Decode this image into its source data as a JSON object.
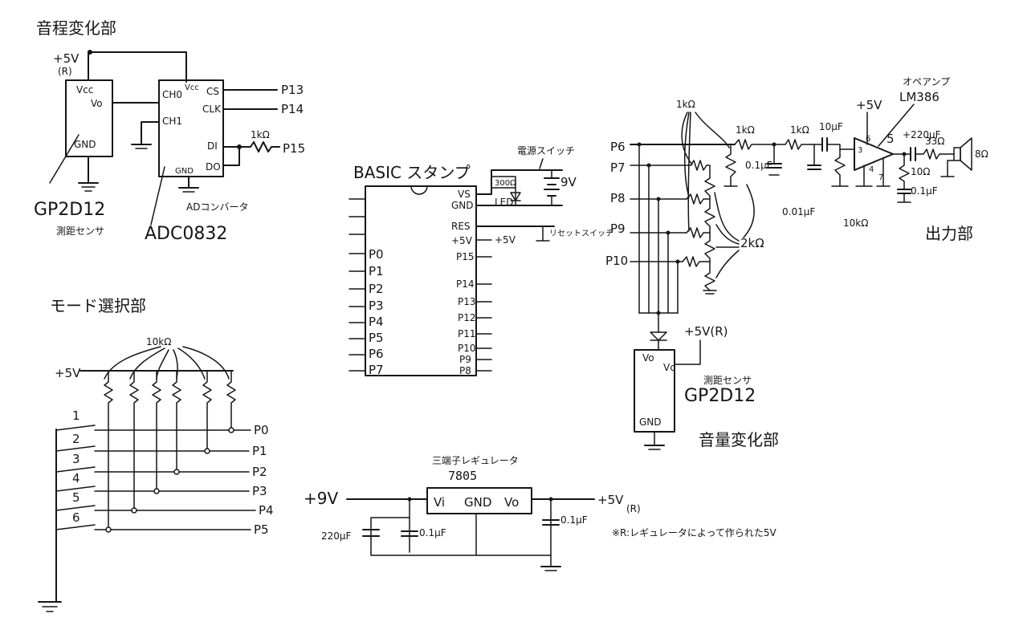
{
  "sections": {
    "pitch": "音程変化部",
    "mode": "モード選択部",
    "output": "出力部",
    "volume": "音量変化部"
  },
  "pitch": {
    "vcc_label": "+5V",
    "r_label": "(R)",
    "sensor_vcc": "Vcc",
    "sensor_vo": "Vo",
    "sensor_gnd": "GND",
    "sensor_part": "GP2D12",
    "sensor_desc": "測距センサ",
    "adc_ch0": "CH0",
    "adc_vcc": "Vcc",
    "adc_ch1": "CH1",
    "adc_gnd": "GND",
    "adc_cs": "CS",
    "adc_clk": "CLK",
    "adc_di": "DI",
    "adc_do": "DO",
    "adc_part": "ADC0832",
    "adc_desc": "ADコンバータ",
    "pin_cs": "P13",
    "pin_clk": "P14",
    "pin_di": "P15",
    "res_value": "1kΩ"
  },
  "stamp": {
    "title": "BASIC スタンプ",
    "vs": "VS",
    "gnd": "GND",
    "res": "RES",
    "plus5v": "+5V",
    "ext_plus5v": "+5V",
    "left_pins": [
      "P0",
      "P1",
      "P2",
      "P3",
      "P4",
      "P5",
      "P6",
      "P7"
    ],
    "right_pins": [
      "P15",
      "P14",
      "P13",
      "P12",
      "P11",
      "P10",
      "P9",
      "P8"
    ],
    "power_switch": "電源スイッチ",
    "battery": "9V",
    "led_res": "300Ω",
    "led": "LED",
    "reset_switch": "リセットスイッチ"
  },
  "mode": {
    "vcc_label": "+5V",
    "res_value": "10kΩ",
    "switch_numbers": [
      "1",
      "2",
      "3",
      "4",
      "5",
      "6"
    ],
    "pins": [
      "P0",
      "P1",
      "P2",
      "P3",
      "P4",
      "P5"
    ]
  },
  "regulator": {
    "title": "三端子レギュレータ",
    "part": "7805",
    "vi": "Vi",
    "gnd": "GND",
    "vo": "Vo",
    "vin": "+9V",
    "vout": "+5V",
    "vout_r": "(R)",
    "cap_in": "220μF",
    "cap_in_small": "0.1μF",
    "cap_out": "0.1μF",
    "note": "※R:レギュレータによって作られた5V"
  },
  "volume": {
    "pins": [
      "P6",
      "P7",
      "P8",
      "P9",
      "P10"
    ],
    "res_1k": "1kΩ",
    "res_2k": "2kΩ",
    "vcc_label": "+5V(R)",
    "sensor_vo": "Vo",
    "sensor_vc": "Vc",
    "sensor_gnd": "GND",
    "sensor_desc": "測距センサ",
    "sensor_part": "GP2D12"
  },
  "output": {
    "opamp_label": "オペアンプ",
    "opamp_part": "LM386",
    "vcc": "+5V",
    "r1": "1kΩ",
    "r2": "1kΩ",
    "c1": "10μF",
    "c2": "0.1μF",
    "c3": "0.01μF",
    "pot": "10kΩ",
    "pin3": "3",
    "pin4": "4",
    "pin5": "5",
    "pin6": "6",
    "pin7": "7",
    "c_out": "+220μF",
    "r_out": "33Ω",
    "r_zobel": "10Ω",
    "c_zobel": "0.1μF",
    "speaker": "8Ω"
  }
}
